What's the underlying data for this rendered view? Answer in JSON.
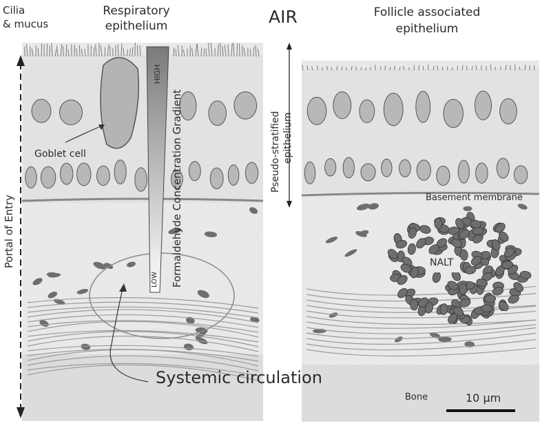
{
  "labels": {
    "cilia": [
      "Cilia",
      "& mucus"
    ],
    "respiratory": [
      "Respiratory",
      "epithelium"
    ],
    "air": "AIR",
    "follicle": [
      "Follicle associated",
      "epithelium"
    ],
    "high": "HIGH",
    "low": "LOW",
    "gradient": "Formaldehyde Concentration Gradient",
    "goblet": "Goblet cell",
    "portal": "Portal of Entry",
    "pseudo": [
      "Pseudo-stratified",
      "epithelium"
    ],
    "basement": "Basement membrane",
    "nalt": "NALT",
    "systemic": "Systemic circulation",
    "bone": "Bone",
    "scale": "10 μm"
  },
  "colors": {
    "ink": "#2a2a2a",
    "pencil": "#8a8a8a",
    "cell_fill": "#b8b8b8",
    "dark_cell": "#6e6e6e",
    "tissue": "#e9e9e9"
  }
}
